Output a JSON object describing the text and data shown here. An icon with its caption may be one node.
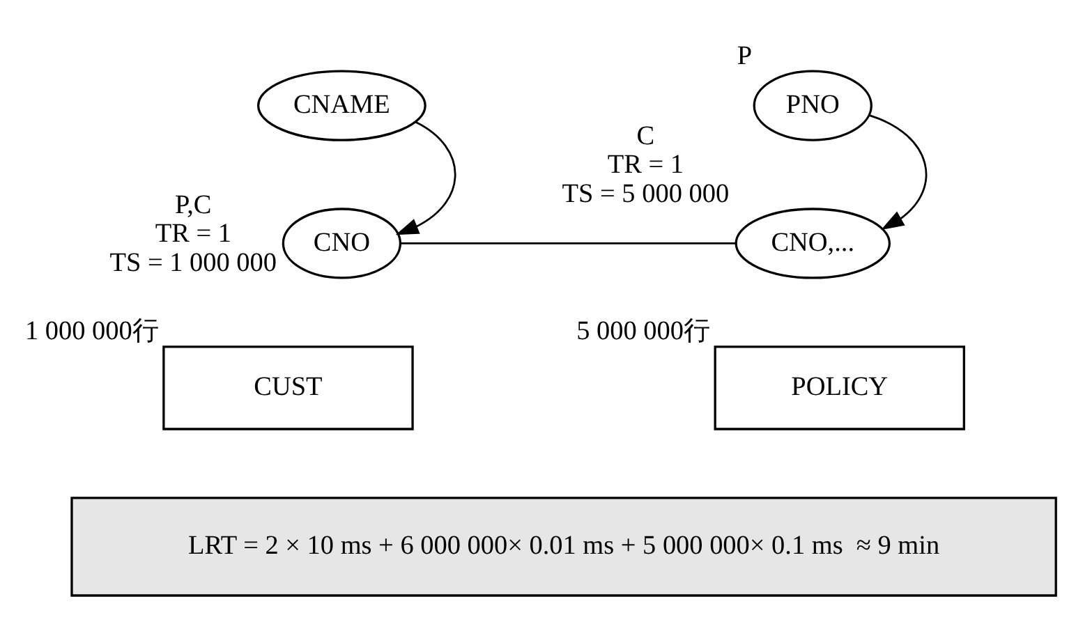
{
  "diagram": {
    "nodes": [
      {
        "text": [
          "CNAME"
        ]
      },
      {
        "text": [
          "PNO"
        ],
        "beside": [
          "P"
        ]
      },
      {
        "text": [
          "CNO"
        ],
        "beside": [
          "P,C",
          "TR = 1",
          "TS = 1 000 000"
        ]
      },
      {
        "text": [
          "CUST"
        ],
        "beside": [
          "1 000 000行"
        ]
      },
      {
        "text": [
          "CNO,..."
        ],
        "beside": [
          "C",
          "TR = 1",
          "TS = 5 000 000"
        ]
      },
      {
        "text": [
          "POLICY"
        ],
        "beside": [
          "5 000 000行"
        ]
      },
      {
        "text": [
          "LRT = 2 × 10 ms + 6 000 000× 0.01 ms + 5 000 000× 0.1 ms  ≈ 9 min"
        ]
      }
    ],
    "edges": [
      {
        "from": 0,
        "to": 2,
        "arrow": "to"
      },
      {
        "from": 1,
        "to": 4,
        "arrow": "to"
      },
      {
        "from": 2,
        "to": 4,
        "arrow": "none"
      }
    ]
  }
}
